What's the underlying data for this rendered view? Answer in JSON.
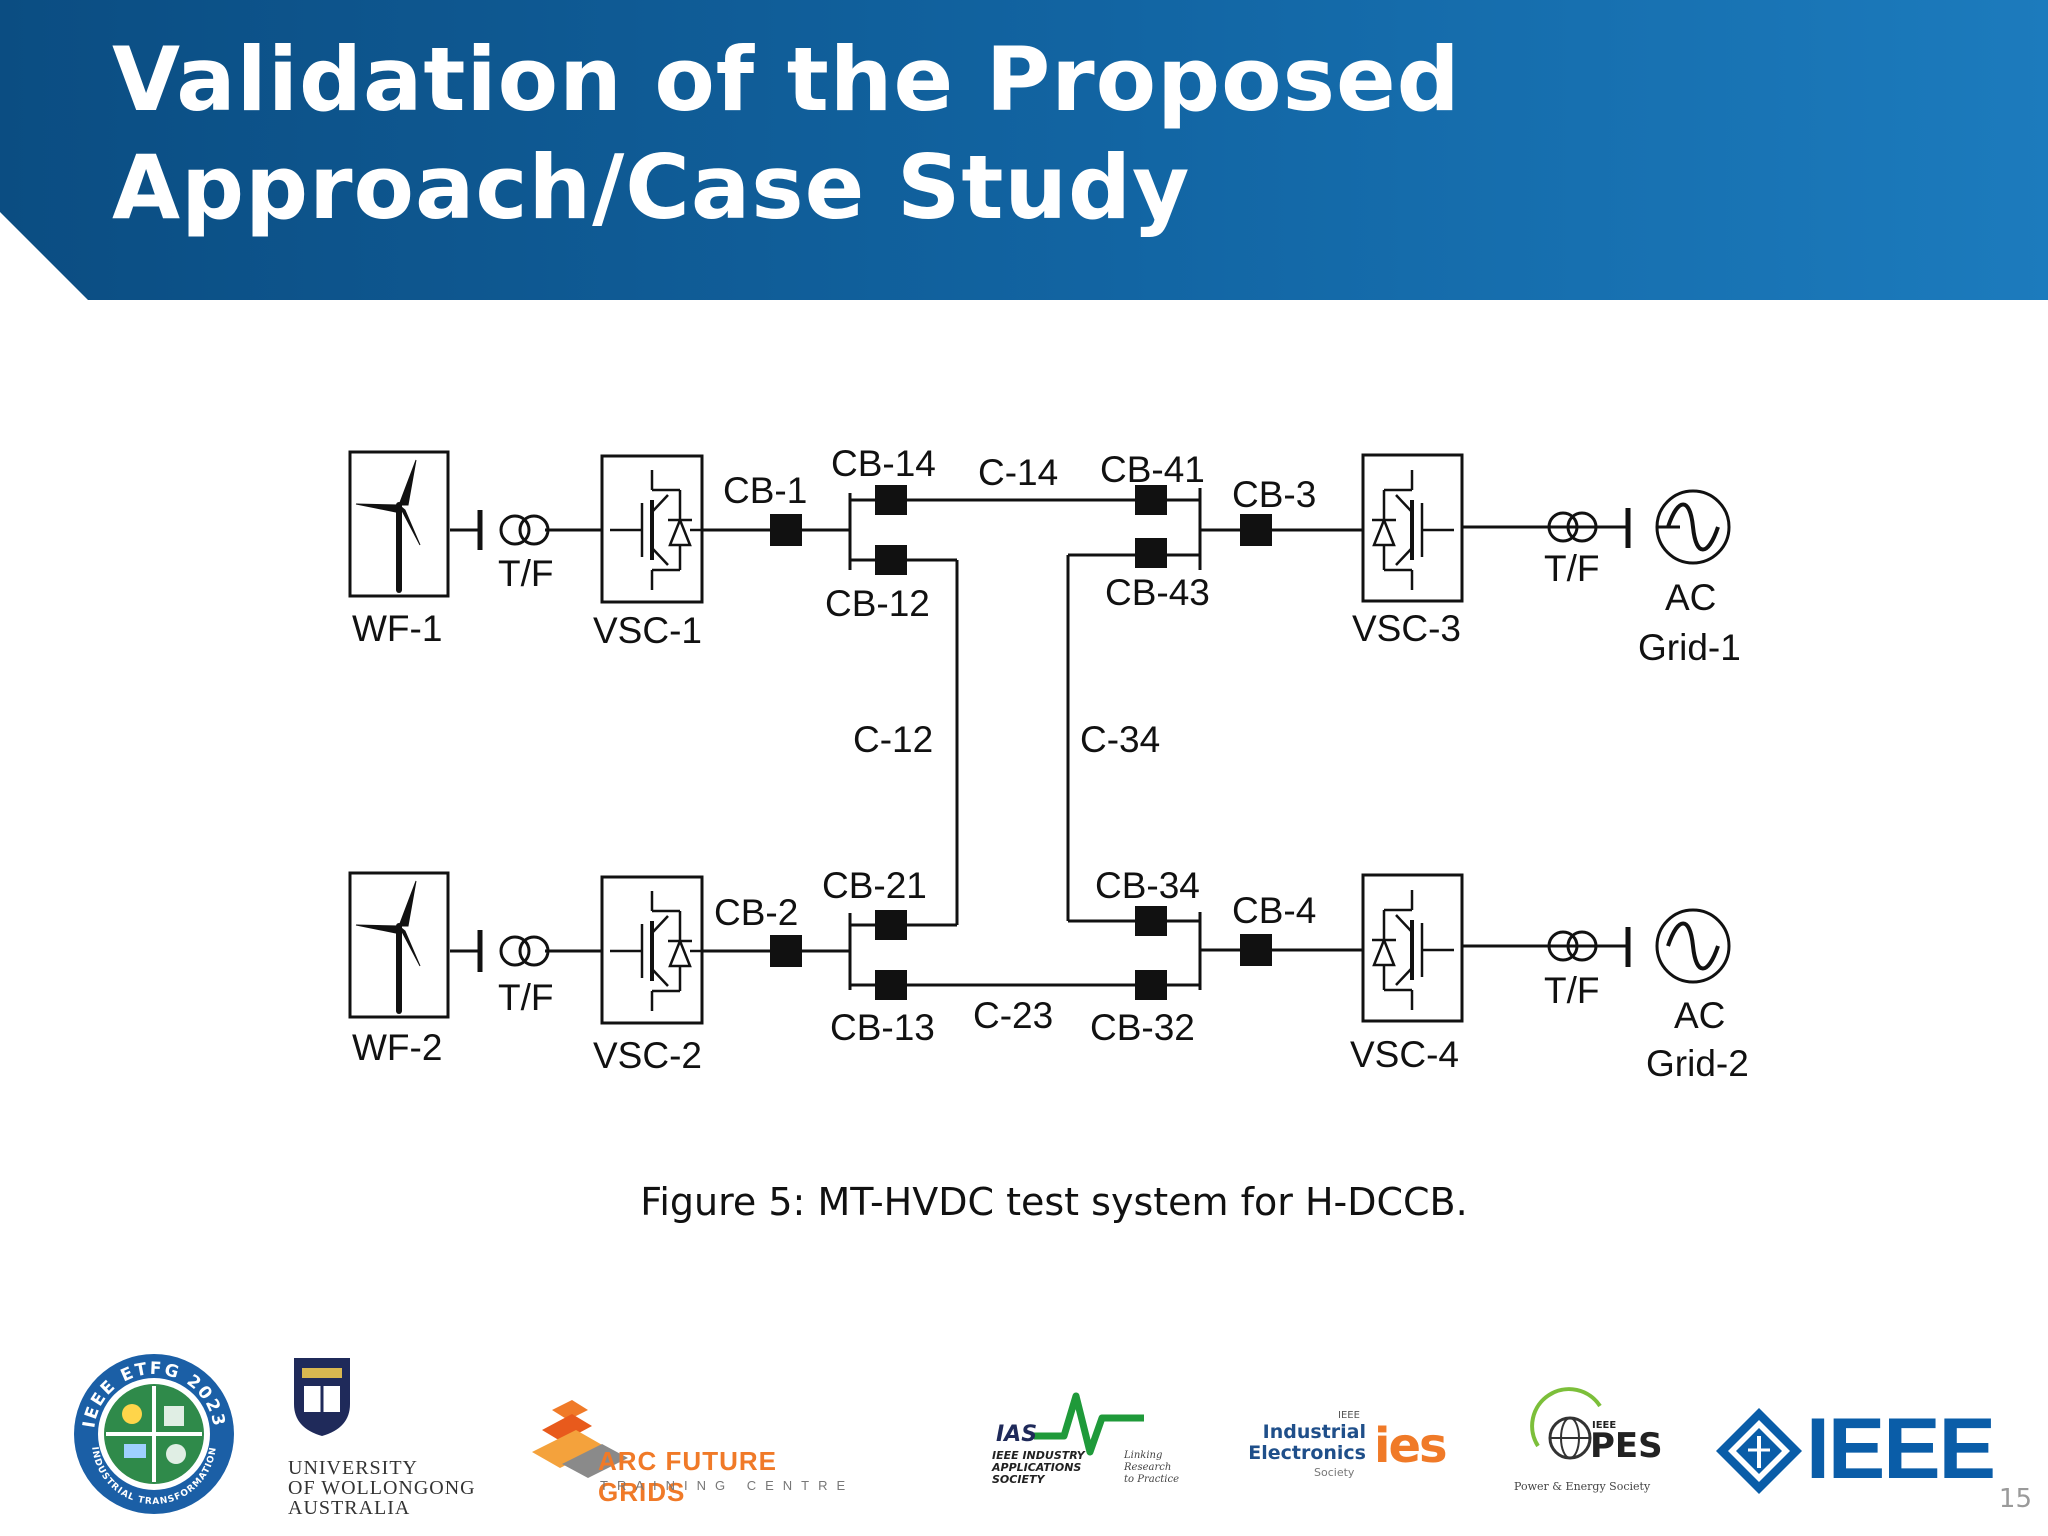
{
  "slide": {
    "title_line1": "Validation of the Proposed",
    "title_line2": "Approach/Case Study",
    "caption": "Figure 5: MT-HVDC test system for H-DCCB.",
    "page_number": "15",
    "colors": {
      "header_dark": "#0b4d82",
      "header_light": "#1a78b8",
      "accent_orange": "#f07a28"
    }
  },
  "diagram": {
    "wind_farms": [
      "WF-1",
      "WF-2"
    ],
    "transformer_label": "T/F",
    "converters": [
      "VSC-1",
      "VSC-2",
      "VSC-3",
      "VSC-4"
    ],
    "breakers": [
      "CB-1",
      "CB-2",
      "CB-3",
      "CB-4",
      "CB-14",
      "CB-12",
      "CB-41",
      "CB-43",
      "CB-21",
      "CB-13",
      "CB-34",
      "CB-32"
    ],
    "cables": [
      "C-14",
      "C-12",
      "C-34",
      "C-23"
    ],
    "grids": [
      {
        "line1": "AC",
        "line2": "Grid-1"
      },
      {
        "line1": "AC",
        "line2": "Grid-2"
      }
    ]
  },
  "logos": {
    "etfg": {
      "ring_text": "IEEE ETFG 2023",
      "bottom_text": "INDUSTRIAL TRANSFORMATION"
    },
    "uow": {
      "line1": "UNIVERSITY",
      "line2": "OF WOLLONGONG",
      "line3": "AUSTRALIA"
    },
    "arc": {
      "line1": "ARC FUTURE GRIDS",
      "line2": "TRAINING CENTRE"
    },
    "ias": {
      "abbr": "IAS",
      "line1": "IEEE INDUSTRY",
      "line2": "APPLICATIONS",
      "line3": "SOCIETY",
      "tag1": "Linking",
      "tag2": "Research",
      "tag3": "to Practice"
    },
    "ies": {
      "small": "IEEE",
      "line1": "Industrial",
      "line2": "Electronics",
      "line3": "Society",
      "abbr": "ies"
    },
    "pes": {
      "small": "IEEE",
      "abbr": "PES",
      "tagline": "Power & Energy Society"
    },
    "ieee": {
      "wordmark": "IEEE"
    }
  }
}
